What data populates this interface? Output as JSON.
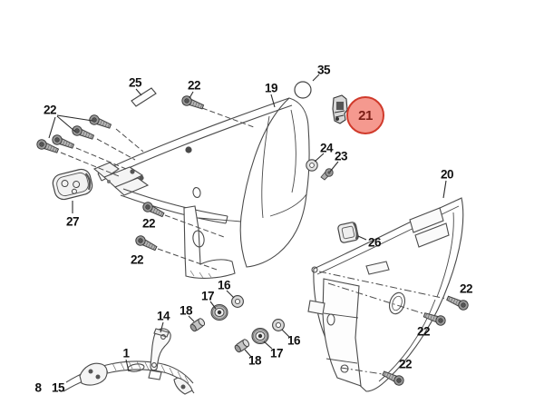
{
  "diagram": {
    "type": "exploded-parts-diagram",
    "background_color": "#ffffff",
    "line_color": "#4a4a4a",
    "label_color": "#111111",
    "highlighted_part": {
      "label": "21",
      "circle_fill": "#f5998f",
      "circle_border": "#d03a2b",
      "text_color": "#7c2017"
    },
    "part_labels": [
      {
        "text": "25"
      },
      {
        "text": "22"
      },
      {
        "text": "22"
      },
      {
        "text": "19"
      },
      {
        "text": "35"
      },
      {
        "text": "24"
      },
      {
        "text": "23"
      },
      {
        "text": "20"
      },
      {
        "text": "27"
      },
      {
        "text": "22"
      },
      {
        "text": "22"
      },
      {
        "text": "26"
      },
      {
        "text": "22"
      },
      {
        "text": "22"
      },
      {
        "text": "22"
      },
      {
        "text": "16"
      },
      {
        "text": "17"
      },
      {
        "text": "18"
      },
      {
        "text": "14"
      },
      {
        "text": "16"
      },
      {
        "text": "17"
      },
      {
        "text": "18"
      },
      {
        "text": "1"
      },
      {
        "text": "8"
      },
      {
        "text": "15"
      }
    ]
  }
}
